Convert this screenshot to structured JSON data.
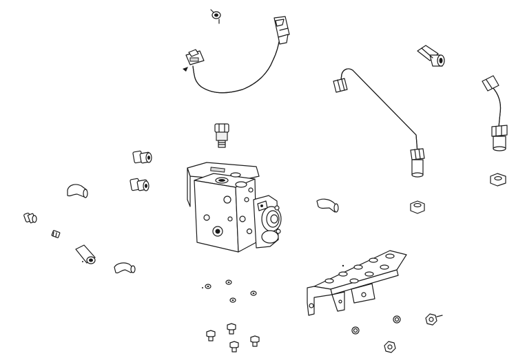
{
  "diagram": {
    "type": "exploded-parts-view",
    "colors": {
      "line": "#1a1a1a",
      "background": "#ffffff",
      "shade": "#d9d9d9"
    },
    "parts": [
      "wiring-harness",
      "harness-connector-plug",
      "harness-connector-socket",
      "cable-tie",
      "hydraulic-valve-block",
      "solenoid-cartridge",
      "valve-fitting-top",
      "steel-tube-long",
      "steel-tube-bent",
      "check-valve-fitting",
      "mounting-bracket",
      "hex-nuts",
      "elbow-fittings",
      "straight-fittings",
      "washers",
      "mounting-bolts"
    ]
  }
}
